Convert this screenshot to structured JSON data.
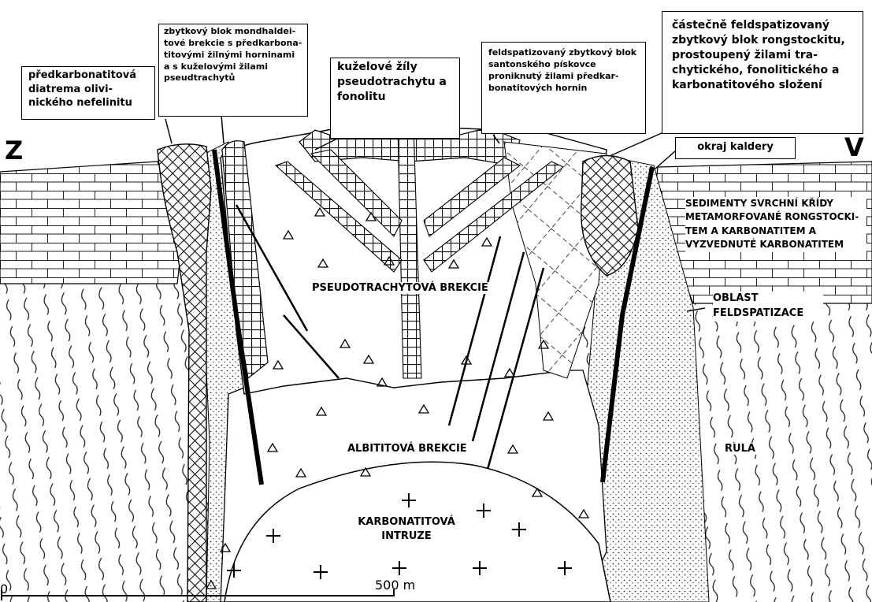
{
  "direction": {
    "west": "Z",
    "east": "V"
  },
  "callouts": {
    "diatreme": "předkarbonatitová diatrema olivi-nického nefelinitu",
    "mondhaldeite_block": "zbytkový blok mondhaldei-tové brekcie s předkarbona-titovými žilnými horninami a s kuželovými žilami pseudtrachytů",
    "cone_sheets": "kuželové žíly pseudotrachytu a fonolitu",
    "santonian_block": "feldspatizovaný zbytkový blok santonského pískovce proniknutý žilami předkar-bonatitových hornin",
    "rongstockite_block": "částečně feldspatizovaný zbytkový blok rongstockitu, prostoupený žilami tra-chytického, fonolitického a karbonatitového složení",
    "caldera_rim": "okraj kaldery"
  },
  "zones": {
    "pseudotrachyte_breccia": "PSEUDOTRACHYTOVÁ BREKCIE",
    "albitite_breccia": "ALBITITOVÁ BREKCIE",
    "carbonatite_intrusion": "KARBONATITOVÁ INTRUZE",
    "gneiss": "RULA",
    "sediments": "SEDIMENTY SVRCHNÍ KŘÍDY METAMORFOVANÉ RONGSTOCKI-TEM A KARBONATITEM A VYZVEDNUTÉ KARBONATITEM",
    "feldspathization": "OBLAST FELDSPATIZACE"
  },
  "scale_bar": {
    "start": "0",
    "end": "500 m"
  }
}
